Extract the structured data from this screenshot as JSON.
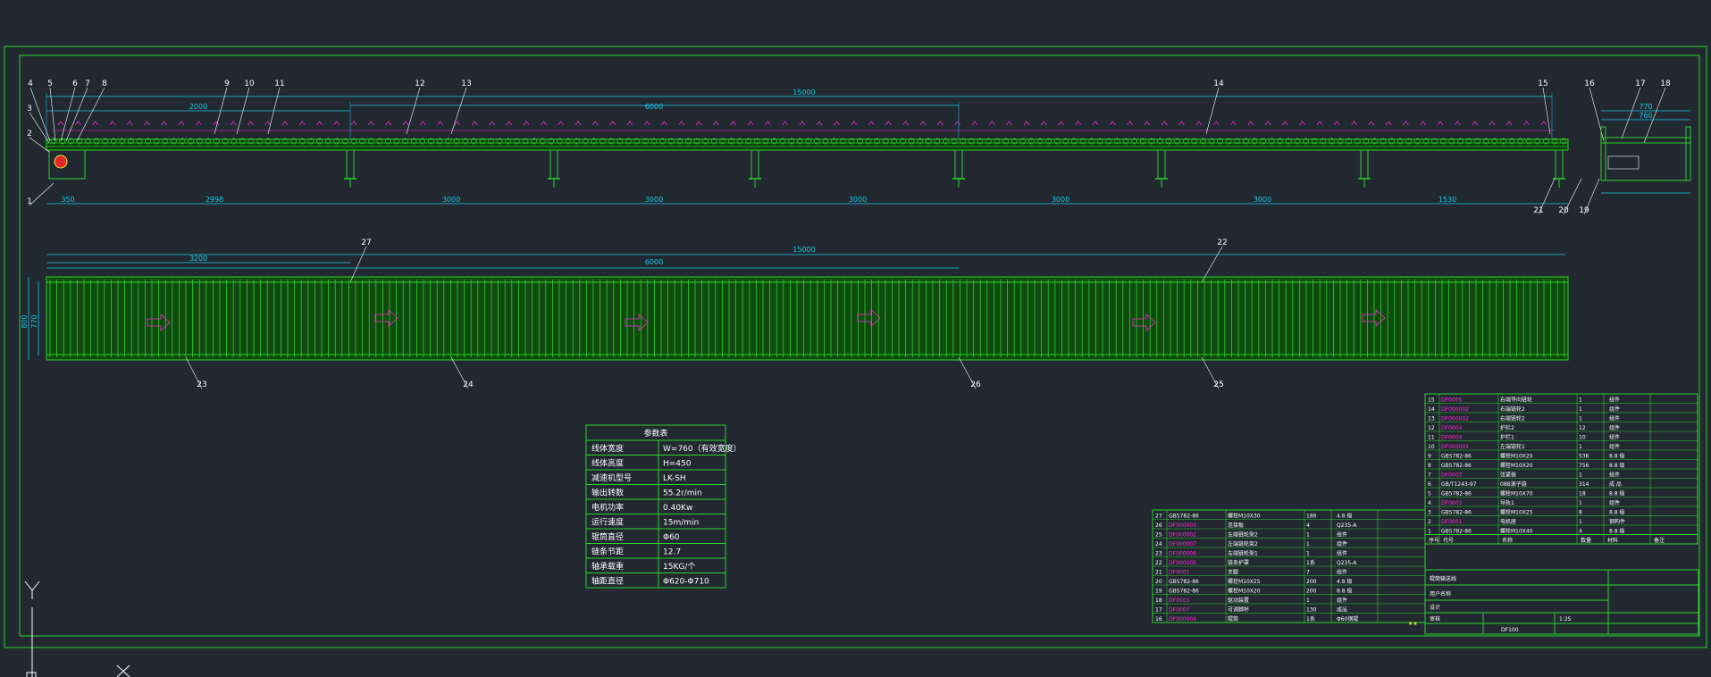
{
  "colors": {
    "background": "#212830",
    "frame": "#2fd12f",
    "dimension": "#19c8e6",
    "accent": "#ff2ad8",
    "text": "#ffffff",
    "motor": "#e8262a",
    "yellow": "#e8e830"
  },
  "side_view": {
    "dimensions_top": [
      "2000",
      "6000",
      "15000"
    ],
    "dimensions_bottom": [
      "350",
      "2998",
      "3000",
      "3000",
      "3000",
      "3000",
      "3000",
      "1530"
    ],
    "balloons": [
      "1",
      "2",
      "3",
      "4",
      "5",
      "6",
      "7",
      "8",
      "9",
      "10",
      "11",
      "12",
      "13",
      "14",
      "15",
      "16",
      "17",
      "18",
      "19",
      "20",
      "21"
    ]
  },
  "end_view": {
    "dimensions": [
      "770",
      "760"
    ]
  },
  "plan_view": {
    "dimensions_top": [
      "3200",
      "6000",
      "15000"
    ],
    "dimensions_left": [
      "800",
      "770"
    ],
    "balloons": [
      "22",
      "23",
      "24",
      "25",
      "26",
      "27"
    ]
  },
  "params_table": {
    "title": "参数表",
    "rows": [
      {
        "name": "线体宽度",
        "value": "W=760（有效宽度）"
      },
      {
        "name": "线体高度",
        "value": "H=450"
      },
      {
        "name": "减速机型号",
        "value": "LK-SH"
      },
      {
        "name": "输出转数",
        "value": "55.2r/min"
      },
      {
        "name": "电机功率",
        "value": "0.40Kw"
      },
      {
        "name": "运行速度",
        "value": "15m/min"
      },
      {
        "name": "辊筒直径",
        "value": "Φ60"
      },
      {
        "name": "链条节距",
        "value": "12.7"
      },
      {
        "name": "轴承载重",
        "value": "15KG/个"
      },
      {
        "name": "轴距直径",
        "value": "Φ620-Φ710"
      }
    ]
  },
  "bom_left": [
    {
      "no": "27",
      "code": "GB5782-86",
      "name": "螺栓M10X30",
      "qty": "186",
      "mat": "4.8 级"
    },
    {
      "no": "26",
      "code": "DF000003",
      "name": "连接板",
      "qty": "4",
      "mat": "Q235-A"
    },
    {
      "no": "25",
      "code": "DF000002",
      "name": "左端链轮架2",
      "qty": "1",
      "mat": "组件"
    },
    {
      "no": "24",
      "code": "DF000007",
      "name": "左端链轮架2",
      "qty": "1",
      "mat": "组件"
    },
    {
      "no": "23",
      "code": "DF000006",
      "name": "左端链轮架1",
      "qty": "1",
      "mat": "组件"
    },
    {
      "no": "22",
      "code": "DF000005",
      "name": "链条护罩",
      "qty": "1系",
      "mat": "Q235-A"
    },
    {
      "no": "21",
      "code": "DF0001",
      "name": "支腿",
      "qty": "7",
      "mat": "组件"
    },
    {
      "no": "20",
      "code": "GB5782-86",
      "name": "螺栓M10X25",
      "qty": "200",
      "mat": "4.8 级"
    },
    {
      "no": "19",
      "code": "GB5782-86",
      "name": "螺栓M10X20",
      "qty": "200",
      "mat": "8.8 级"
    },
    {
      "no": "18",
      "code": "DF0003",
      "name": "驱动装置",
      "qty": "1",
      "mat": "组件"
    },
    {
      "no": "17",
      "code": "DF0007",
      "name": "可调脚杯",
      "qty": "130",
      "mat": "成品"
    },
    {
      "no": "16",
      "code": "DF000004",
      "name": "辊筒",
      "qty": "1系",
      "mat": "Φ60钢辊"
    }
  ],
  "bom_right": [
    {
      "no": "15",
      "code": "DF0005",
      "name": "右端导向链轮",
      "qty": "1",
      "mat": "组件"
    },
    {
      "no": "14",
      "code": "DF000002",
      "name": "右端链轮2",
      "qty": "1",
      "mat": "组件"
    },
    {
      "no": "13",
      "code": "DF000002",
      "name": "右端链轮2",
      "qty": "1",
      "mat": "组件"
    },
    {
      "no": "12",
      "code": "DF0004",
      "name": "护栏2",
      "qty": "12",
      "mat": "组件"
    },
    {
      "no": "11",
      "code": "DF0004",
      "name": "护栏1",
      "qty": "10",
      "mat": "组件"
    },
    {
      "no": "10",
      "code": "DF000001",
      "name": "左端链轮1",
      "qty": "1",
      "mat": "组件"
    },
    {
      "no": "9",
      "code": "GB5782-86",
      "name": "螺栓M10X20",
      "qty": "536",
      "mat": "8.8 级"
    },
    {
      "no": "8",
      "code": "GB5782-86",
      "name": "螺栓M10X20",
      "qty": "756",
      "mat": "8.8 级"
    },
    {
      "no": "7",
      "code": "DF0003",
      "name": "张紧装",
      "qty": "1",
      "mat": "组件"
    },
    {
      "no": "6",
      "code": "GB/T1243-97",
      "name": "08B滚子链",
      "qty": "314",
      "mat": "成 品"
    },
    {
      "no": "5",
      "code": "GB5782-86",
      "name": "螺栓M10X70",
      "qty": "18",
      "mat": "8.8 级"
    },
    {
      "no": "4",
      "code": "DF0003",
      "name": "导轨1",
      "qty": "1",
      "mat": "组件"
    },
    {
      "no": "3",
      "code": "GB5782-86",
      "name": "螺栓M10X25",
      "qty": "8",
      "mat": "8.8 级"
    },
    {
      "no": "2",
      "code": "DF0001",
      "name": "电机座",
      "qty": "1",
      "mat": "钢构件"
    },
    {
      "no": "1",
      "code": "GB5782-86",
      "name": "螺栓M10X40",
      "qty": "4",
      "mat": "8.8 级"
    }
  ],
  "bom_header": [
    "序号",
    "代号",
    "名称",
    "数量",
    "材料",
    "备注"
  ],
  "title_block": {
    "drawing_name": "辊筒输送线",
    "client": "用户名称",
    "designer": "设计",
    "checker": "审核",
    "scale": "1:25",
    "drawing_no": "DF100"
  }
}
